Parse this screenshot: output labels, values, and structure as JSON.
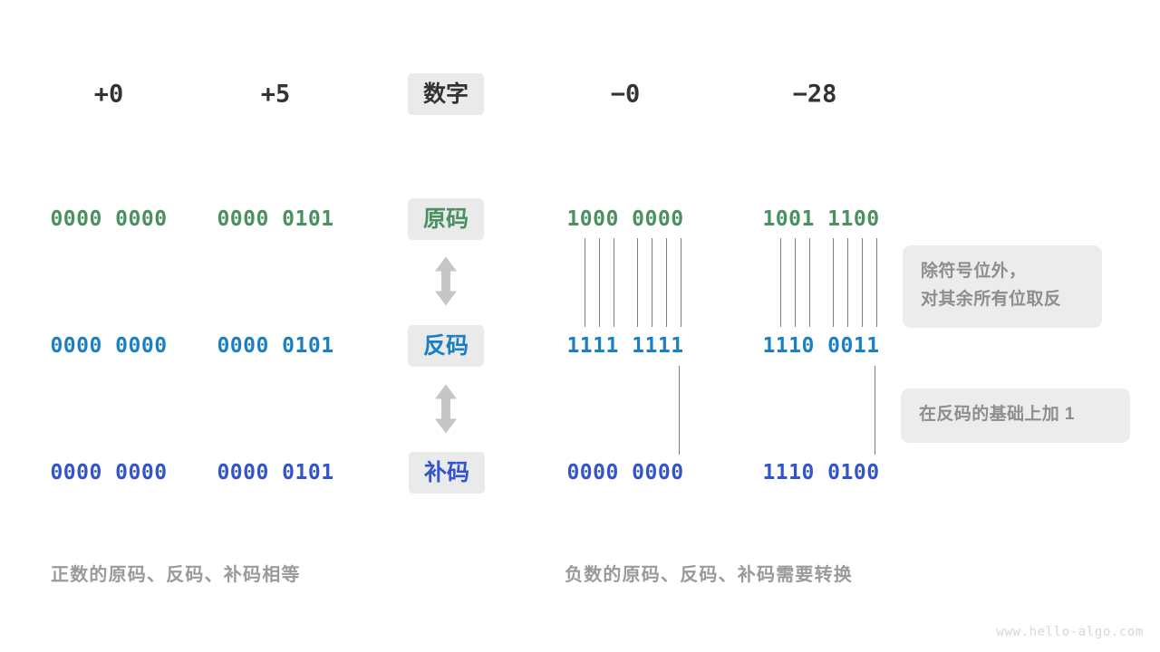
{
  "meta": {
    "watermark": "www.hello-algo.com",
    "colors": {
      "background": "#ffffff",
      "badge_bg": "#eaeaea",
      "note_bg": "#ececec",
      "note_text": "#8e8e8e",
      "header_text": "#333333",
      "row_true_form": "#4a9160",
      "row_ones_complement": "#1b7fc4",
      "row_twos_complement": "#3355cc",
      "connector_line": "#808080",
      "arrow": "#c6c6c6",
      "caption": "#9a9a9a",
      "watermark": "#d7d7d7"
    }
  },
  "header": {
    "center_badge": "数字",
    "columns": [
      {
        "label": "+0"
      },
      {
        "label": "+5"
      },
      {
        "label": "−0"
      },
      {
        "label": "−28"
      }
    ]
  },
  "rows": [
    {
      "badge": "原码",
      "color_key": "green",
      "values": [
        "0000 0000",
        "0000 0101",
        "1000 0000",
        "1001 1100"
      ]
    },
    {
      "badge": "反码",
      "color_key": "blue",
      "values": [
        "0000 0000",
        "0000 0101",
        "1111 1111",
        "1110 0011"
      ]
    },
    {
      "badge": "补码",
      "color_key": "indigo",
      "values": [
        "0000 0000",
        "0000 0101",
        "0000 0000",
        "1110 0100"
      ]
    }
  ],
  "notes": [
    {
      "text": "除符号位外，\n对其余所有位取反"
    },
    {
      "text": "在反码的基础上加  1"
    }
  ],
  "arrows": [
    {
      "name": "true-to-ones-arrow",
      "direction": "up-down"
    },
    {
      "name": "ones-to-twos-arrow",
      "direction": "up-down"
    }
  ],
  "captions": {
    "left": "正数的原码、反码、补码相等",
    "right": "负数的原码、反码、补码需要转换"
  },
  "connectors": {
    "true_to_ones": {
      "note": "7 ticks per negative column (sign bit excluded)",
      "minus_zero_x": [
        645,
        661,
        677,
        703,
        719,
        735,
        751
      ],
      "minus_28_x": [
        861,
        877,
        893,
        919,
        935,
        951,
        967
      ]
    },
    "ones_to_twos": {
      "note": "single tick at the least significant bit",
      "minus_zero_x": [
        749
      ],
      "minus_28_x": [
        965
      ]
    }
  }
}
